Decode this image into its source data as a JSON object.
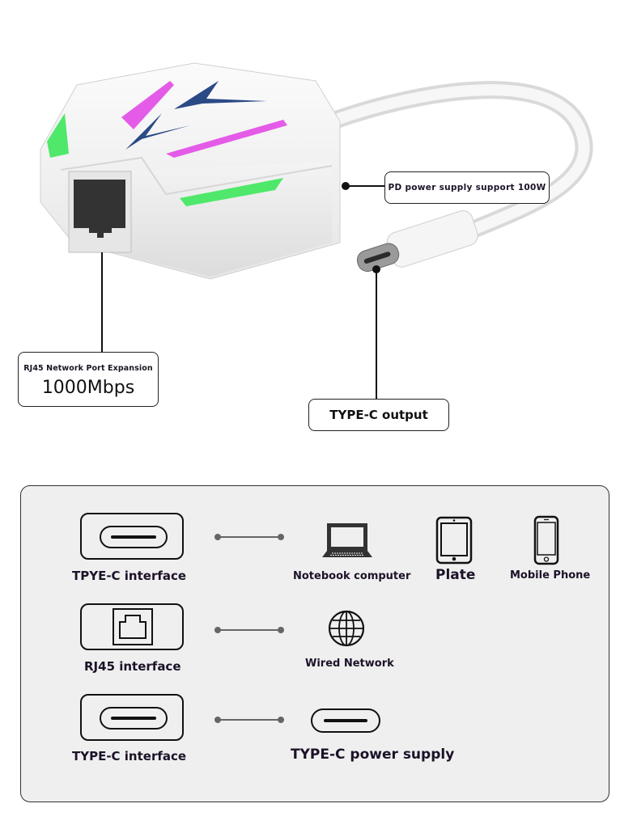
{
  "product": {
    "callouts": {
      "pd_power": "PD power supply support 100W",
      "rj45_title": "RJ45 Network Port Expansion",
      "rj45_speed": "1000Mbps",
      "typec_output": "TYPE-C output"
    },
    "colors": {
      "body": "#f2f2f2",
      "led_pink": "#e45be8",
      "led_green": "#4fe86a",
      "chevron_blue": "#2a4a86"
    }
  },
  "panel": {
    "rows": [
      {
        "port_label": "TPYE-C interface",
        "port_icon": "usb-c-port-icon",
        "devices": [
          {
            "label": "Notebook computer",
            "icon": "laptop-icon"
          },
          {
            "label": "Plate",
            "icon": "tablet-icon"
          },
          {
            "label": "Mobile Phone",
            "icon": "phone-icon"
          }
        ]
      },
      {
        "port_label": "RJ45 interface",
        "port_icon": "rj45-port-icon",
        "devices": [
          {
            "label": "Wired Network",
            "icon": "globe-icon"
          }
        ]
      },
      {
        "port_label": "TYPE-C interface",
        "port_icon": "usb-c-port-icon",
        "devices": [
          {
            "label": "TYPE-C power supply",
            "icon": "usb-c-plug-icon"
          }
        ]
      }
    ]
  }
}
